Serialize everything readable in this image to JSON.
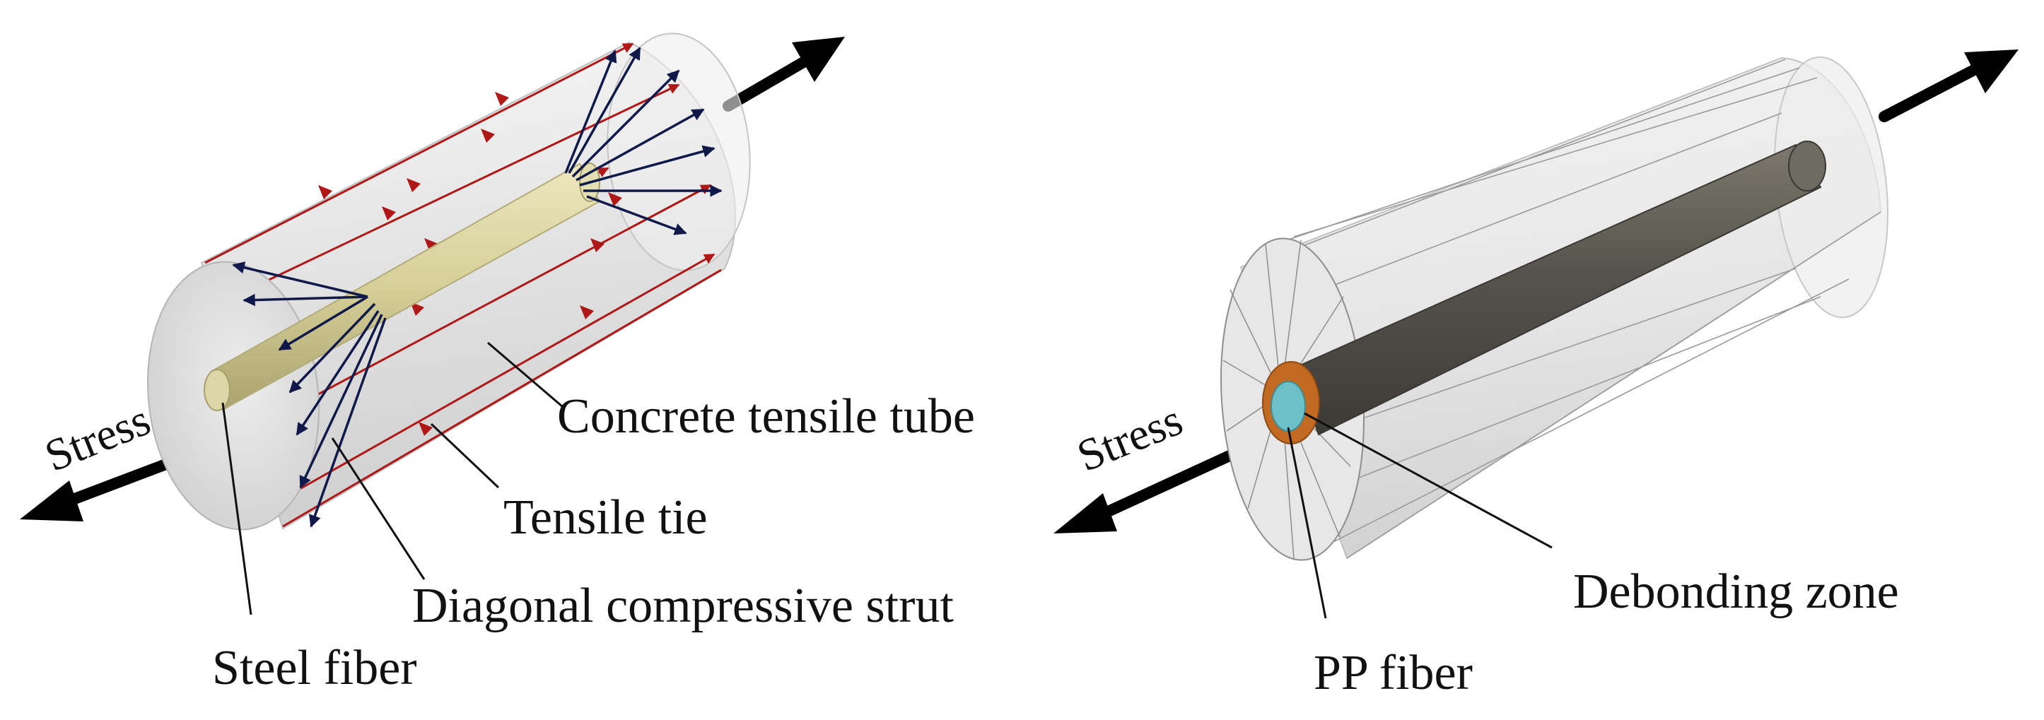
{
  "left_panel": {
    "stress_label": "Stress",
    "labels": {
      "concrete_tube": "Concrete tensile tube",
      "tensile_tie": "Tensile tie",
      "diagonal_strut": "Diagonal compressive strut",
      "steel_fiber": "Steel fiber"
    }
  },
  "right_panel": {
    "stress_label": "Stress",
    "labels": {
      "debonding_zone": "Debonding zone",
      "pp_fiber": "PP fiber"
    }
  },
  "colors": {
    "tensile_tie_red": "#b01818",
    "compressive_strut_navy": "#101a4a",
    "steel_fiber_yellow": "#d6cf98",
    "pp_fiber_cyan": "#6cc0c8",
    "pp_rod_dark": "#55534c",
    "debond_orange": "#c36a22",
    "stress_arrow_black": "#000000"
  }
}
